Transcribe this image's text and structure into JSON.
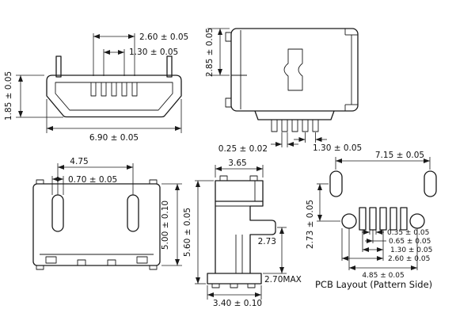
{
  "front_view": {
    "dims": {
      "pin_span_outer": "2.60 ± 0.05",
      "pin_pitch": "1.30 ± 0.05",
      "body_width": "6.90 ± 0.05",
      "body_height": "1.85 ± 0.05"
    }
  },
  "top_view": {
    "dims": {
      "depth": "2.85 ± 0.05",
      "pin_thickness": "0.25 ± 0.02",
      "pin_pitch": "1.30 ± 0.05"
    }
  },
  "bottom_view": {
    "dims": {
      "slot_spacing": "4.75",
      "slot_width": "0.70 ± 0.05",
      "body_depth": "5.00 ± 0.10"
    }
  },
  "side_view": {
    "dims": {
      "shell_width": "3.65",
      "overall_height": "5.60 ± 0.05",
      "pin_offset": "2.73",
      "max_height": "2.70MAX",
      "base_width": "3.40 ± 0.10"
    }
  },
  "pcb_layout": {
    "caption": "PCB Layout (Pattern Side)",
    "dims": {
      "hole_span": "7.15 ± 0.05",
      "row_offset": "2.73 ± 0.05",
      "pad_width": "0.35 ± 0.05",
      "pad_gap": "0.65 ± 0.05",
      "pad_pitch": "1.30 ± 0.05",
      "pad_span_2": "2.60 ± 0.05",
      "pad_span_total": "4.85 ± 0.05"
    }
  }
}
